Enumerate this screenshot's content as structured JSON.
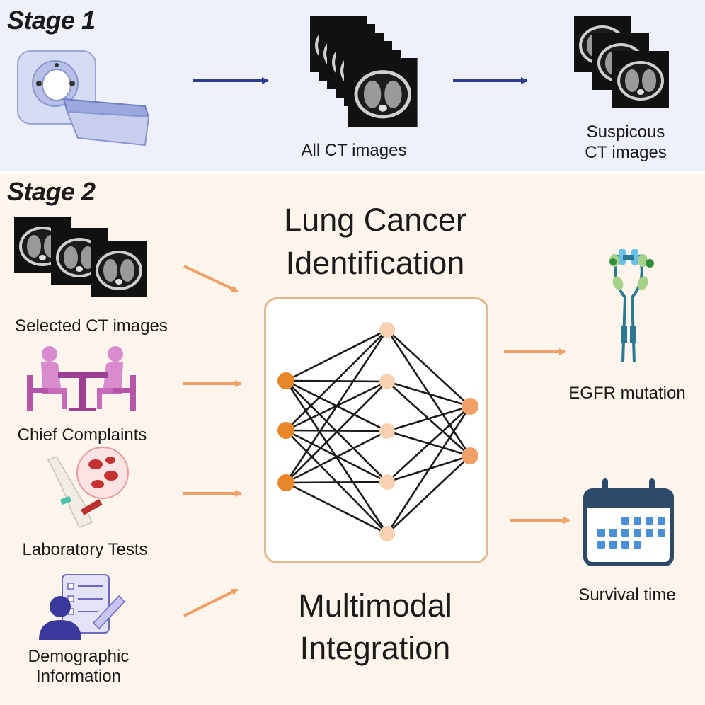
{
  "stage1": {
    "title": "Stage 1",
    "all_ct_label": "All CT images",
    "suspicious_label_line1": "Suspicous",
    "suspicious_label_line2": "CT images"
  },
  "stage2": {
    "title": "Stage 2",
    "heading_top_line1": "Lung Cancer",
    "heading_top_line2": "Identification",
    "heading_bottom_line1": "Multimodal",
    "heading_bottom_line2": "Integration",
    "inputs": [
      {
        "label": "Selected CT images",
        "icon": "ct-stack-icon"
      },
      {
        "label": "Chief Complaints",
        "icon": "consultation-icon"
      },
      {
        "label": "Laboratory Tests",
        "icon": "blood-test-icon"
      },
      {
        "label_line1": "Demographic",
        "label_line2": "Information",
        "icon": "demographic-form-icon"
      }
    ],
    "outputs": [
      {
        "label": "EGFR mutation",
        "icon": "egfr-receptor-icon"
      },
      {
        "label": "Survival time",
        "icon": "calendar-icon"
      }
    ],
    "network": {
      "input_nodes": 3,
      "hidden_nodes": 5,
      "output_nodes": 2
    }
  },
  "colors": {
    "stage1_bg": "#eef0fb",
    "stage2_bg": "#fdf5ec",
    "blue_arrow": "#2e3d8f",
    "orange_arrow": "#f0a066",
    "input_node": "#e8862a",
    "hidden_node": "#f8d2b0",
    "output_node": "#f0a066"
  }
}
